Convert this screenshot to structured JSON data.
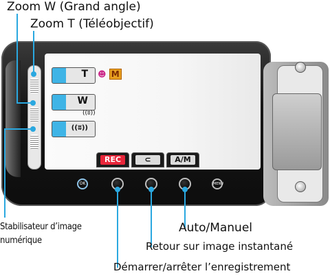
{
  "callouts": {
    "zoom_w": "Zoom W (Grand angle)",
    "zoom_t": "Zoom T (Téléobjectif)",
    "stabilizer_line1": "Stabilisateur d’image",
    "stabilizer_line2": "numérique",
    "auto_manual": "Auto/Manuel",
    "return_snapshot": "Retour sur image instantané",
    "start_stop_rec": "Démarrer/arrêter l’enregistrement"
  },
  "screen": {
    "btn_t": "T",
    "btn_w": "W",
    "btn_stab": "((ʬ))",
    "mode_icon": "M",
    "tab_rec": "REC",
    "tab_snap": "⊂",
    "tab_am": "A/M"
  },
  "physical_buttons": {
    "ok": "OK",
    "menu": "MENU"
  },
  "colors": {
    "callout_line": "#2aa8e0",
    "rec_tab": "#e8263a",
    "button_accent": "#3fb4e6"
  }
}
